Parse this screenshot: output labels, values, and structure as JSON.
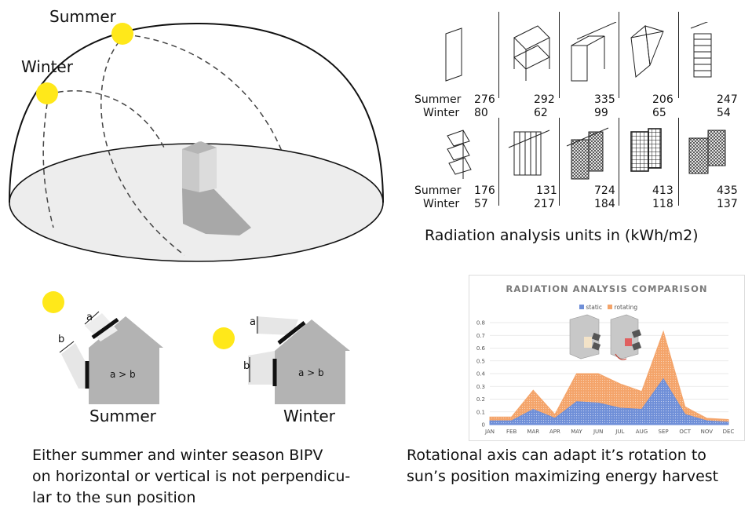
{
  "dome": {
    "summer_label": "Summer",
    "winter_label": "Winter",
    "colors": {
      "sun": "#FFE81A",
      "ground": "#EDEDED",
      "building": "#D4D4D4",
      "shadow": "#A8A8A8"
    }
  },
  "radiation": {
    "row_labels": [
      "Summer",
      "Winter"
    ],
    "top_row": [
      {
        "summer": "276",
        "winter": "80"
      },
      {
        "summer": "292",
        "winter": "62"
      },
      {
        "summer": "335",
        "winter": "99"
      },
      {
        "summer": "206",
        "winter": "65"
      },
      {
        "summer": "247",
        "winter": "54"
      }
    ],
    "bottom_row": [
      {
        "summer": "176",
        "winter": "57"
      },
      {
        "summer": "131",
        "winter": "217"
      },
      {
        "summer": "724",
        "winter": "184"
      },
      {
        "summer": "413",
        "winter": "118"
      },
      {
        "summer": "435",
        "winter": "137"
      }
    ],
    "caption": "Radiation analysis units in (kWh/m2)"
  },
  "houses": {
    "summer": {
      "label": "Summer",
      "inner_text": "a > b",
      "a": "a",
      "b": "b"
    },
    "winter": {
      "label": "Winter",
      "inner_text": "a > b",
      "a": "a",
      "b": "b"
    },
    "caption_lines": [
      "Either summer and winter season BIPV",
      "on horizontal or vertical is not perpendicu-",
      "lar to the sun position"
    ]
  },
  "chart_caption_lines": [
    "Rotational axis can adapt it’s rotation to",
    "sun’s position maximizing energy harvest"
  ],
  "chart_data": {
    "type": "area",
    "title": "RADIATION ANALYSIS COMPARISON",
    "categories": [
      "JAN",
      "FEB",
      "MAR",
      "APR",
      "MAY",
      "JUN",
      "JUL",
      "AUG",
      "SEP",
      "OCT",
      "NOV",
      "DEC"
    ],
    "series": [
      {
        "name": "static",
        "color": "#6F8FD8",
        "values": [
          0.03,
          0.03,
          0.12,
          0.05,
          0.18,
          0.17,
          0.13,
          0.12,
          0.36,
          0.08,
          0.03,
          0.02
        ]
      },
      {
        "name": "rotating",
        "color": "#F4A46A",
        "values": [
          0.06,
          0.06,
          0.27,
          0.08,
          0.4,
          0.4,
          0.32,
          0.26,
          0.73,
          0.14,
          0.05,
          0.04
        ]
      }
    ],
    "ylim": [
      0,
      0.8
    ],
    "yticks": [
      "0",
      "0.1",
      "0.2",
      "0.3",
      "0.4",
      "0.5",
      "0.6",
      "0.7",
      "0.8"
    ],
    "legend": "top-center",
    "grid": true
  }
}
